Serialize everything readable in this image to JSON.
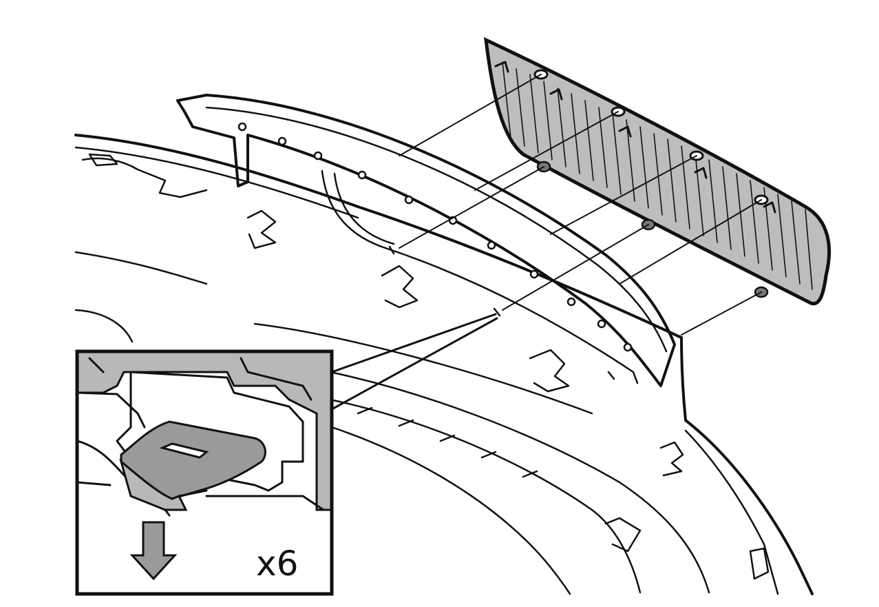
{
  "diagram": {
    "kind": "exploded assembly illustration",
    "inset": {
      "quantity_label": "x6",
      "direction": "down"
    },
    "colors": {
      "line": "#111111",
      "background": "#ffffff",
      "inset_shade": "#b8b8b8",
      "grille_fill": "#bdbdbd",
      "clip_fill": "#9a9a9a"
    }
  }
}
